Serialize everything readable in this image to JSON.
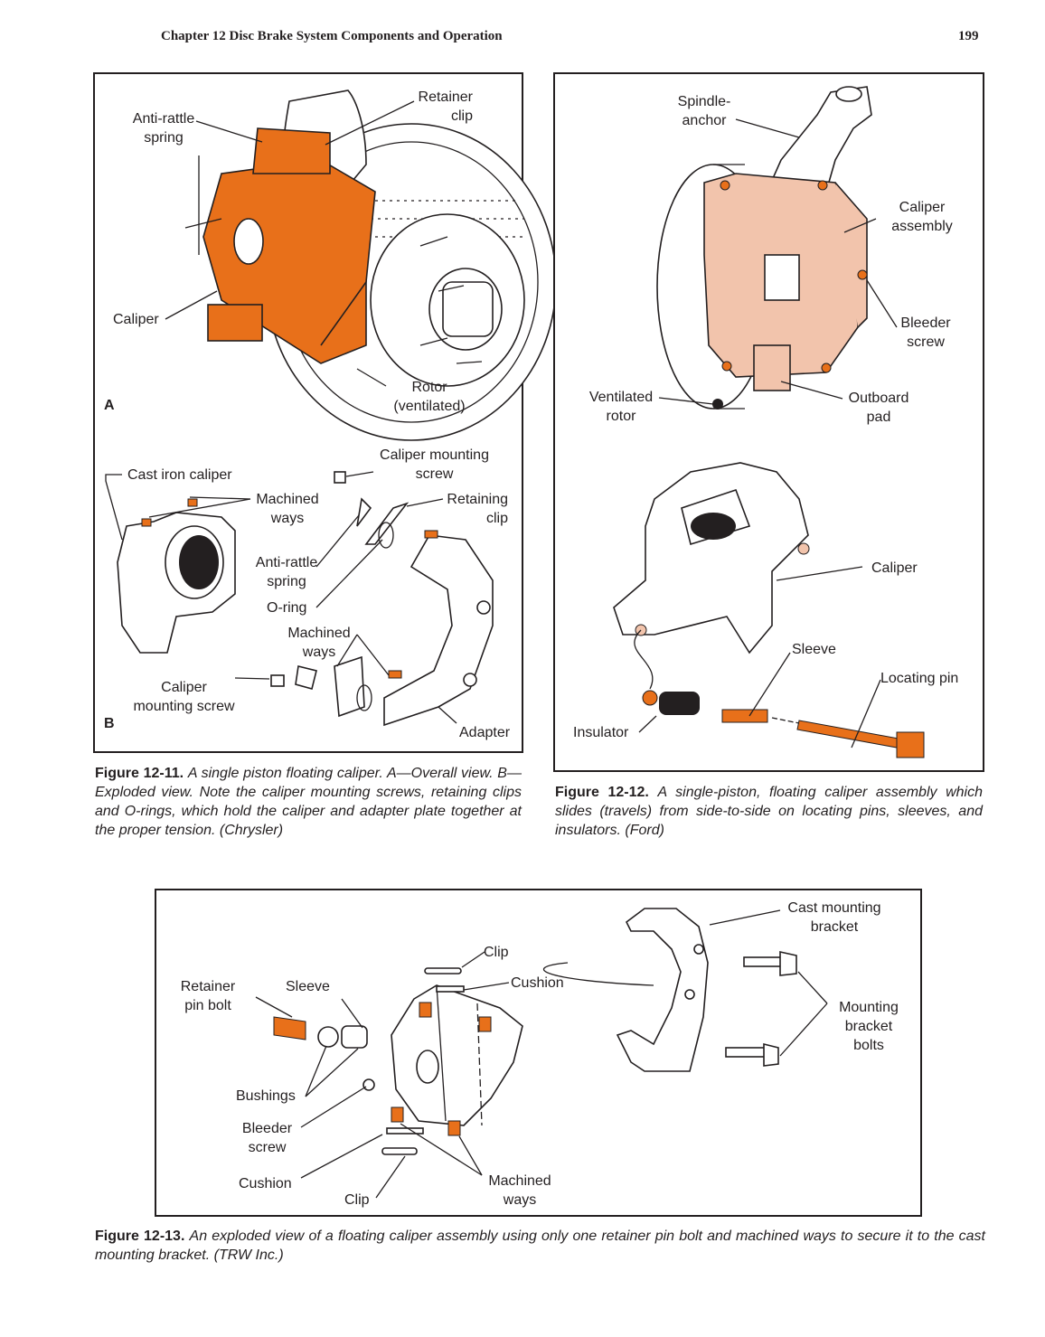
{
  "header": {
    "chapter": "Chapter 12   Disc Brake System Components and Operation",
    "page_number": "199"
  },
  "colors": {
    "accent_orange": "#e8701a",
    "caliper_pink": "#f2c4ac",
    "ink": "#231f20"
  },
  "fig11": {
    "panel_a": "A",
    "panel_b": "B",
    "labels": {
      "anti_rattle_spring": [
        "Anti-rattle",
        "spring"
      ],
      "retainer_clip": [
        "Retainer",
        "clip"
      ],
      "caliper": "Caliper",
      "rotor": [
        "Rotor",
        "(ventilated)"
      ],
      "cast_iron_caliper": "Cast iron caliper",
      "caliper_mounting_screw_top": [
        "Caliper mounting",
        "screw"
      ],
      "machined_ways_top": [
        "Machined",
        "ways"
      ],
      "retaining_clip": [
        "Retaining",
        "clip"
      ],
      "anti_rattle_spring_b": [
        "Anti-rattle",
        "spring"
      ],
      "o_ring": "O-ring",
      "machined_ways_bottom": [
        "Machined",
        "ways"
      ],
      "caliper_mounting_screw_bottom": [
        "Caliper",
        "mounting screw"
      ],
      "adapter": "Adapter"
    },
    "caption_num": "Figure 12-11.",
    "caption_text": "A single piston floating caliper. A—Overall view. B—Exploded view. Note the caliper mounting screws, retaining clips and O-rings, which hold the caliper and adapter plate together at the proper tension. (Chrysler)"
  },
  "fig12": {
    "labels": {
      "spindle_anchor": [
        "Spindle-",
        "anchor"
      ],
      "caliper_assembly": [
        "Caliper",
        "assembly"
      ],
      "bleeder_screw": [
        "Bleeder",
        "screw"
      ],
      "ventilated_rotor": [
        "Ventilated",
        "rotor"
      ],
      "outboard_pad": [
        "Outboard",
        "pad"
      ],
      "caliper": "Caliper",
      "sleeve": "Sleeve",
      "locating_pin": "Locating pin",
      "insulator": "Insulator"
    },
    "caption_num": "Figure 12-12.",
    "caption_text": "A single-piston, floating caliper assembly which slides (travels) from side-to-side on locating pins, sleeves, and insulators. (Ford)"
  },
  "fig13": {
    "labels": {
      "cast_mounting_bracket": [
        "Cast mounting",
        "bracket"
      ],
      "clip_top": "Clip",
      "cushion_top": "Cushion",
      "retainer_pin_bolt": [
        "Retainer",
        "pin bolt"
      ],
      "sleeve": "Sleeve",
      "mounting_bracket_bolts": [
        "Mounting",
        "bracket",
        "bolts"
      ],
      "bushings": "Bushings",
      "bleeder_screw": [
        "Bleeder",
        "screw"
      ],
      "cushion_bottom": "Cushion",
      "clip_bottom": "Clip",
      "machined_ways": [
        "Machined",
        "ways"
      ]
    },
    "caption_num": "Figure 12-13.",
    "caption_text": "An exploded view of a floating caliper assembly using only one retainer pin bolt and machined ways to secure it to the cast mounting bracket. (TRW Inc.)"
  }
}
